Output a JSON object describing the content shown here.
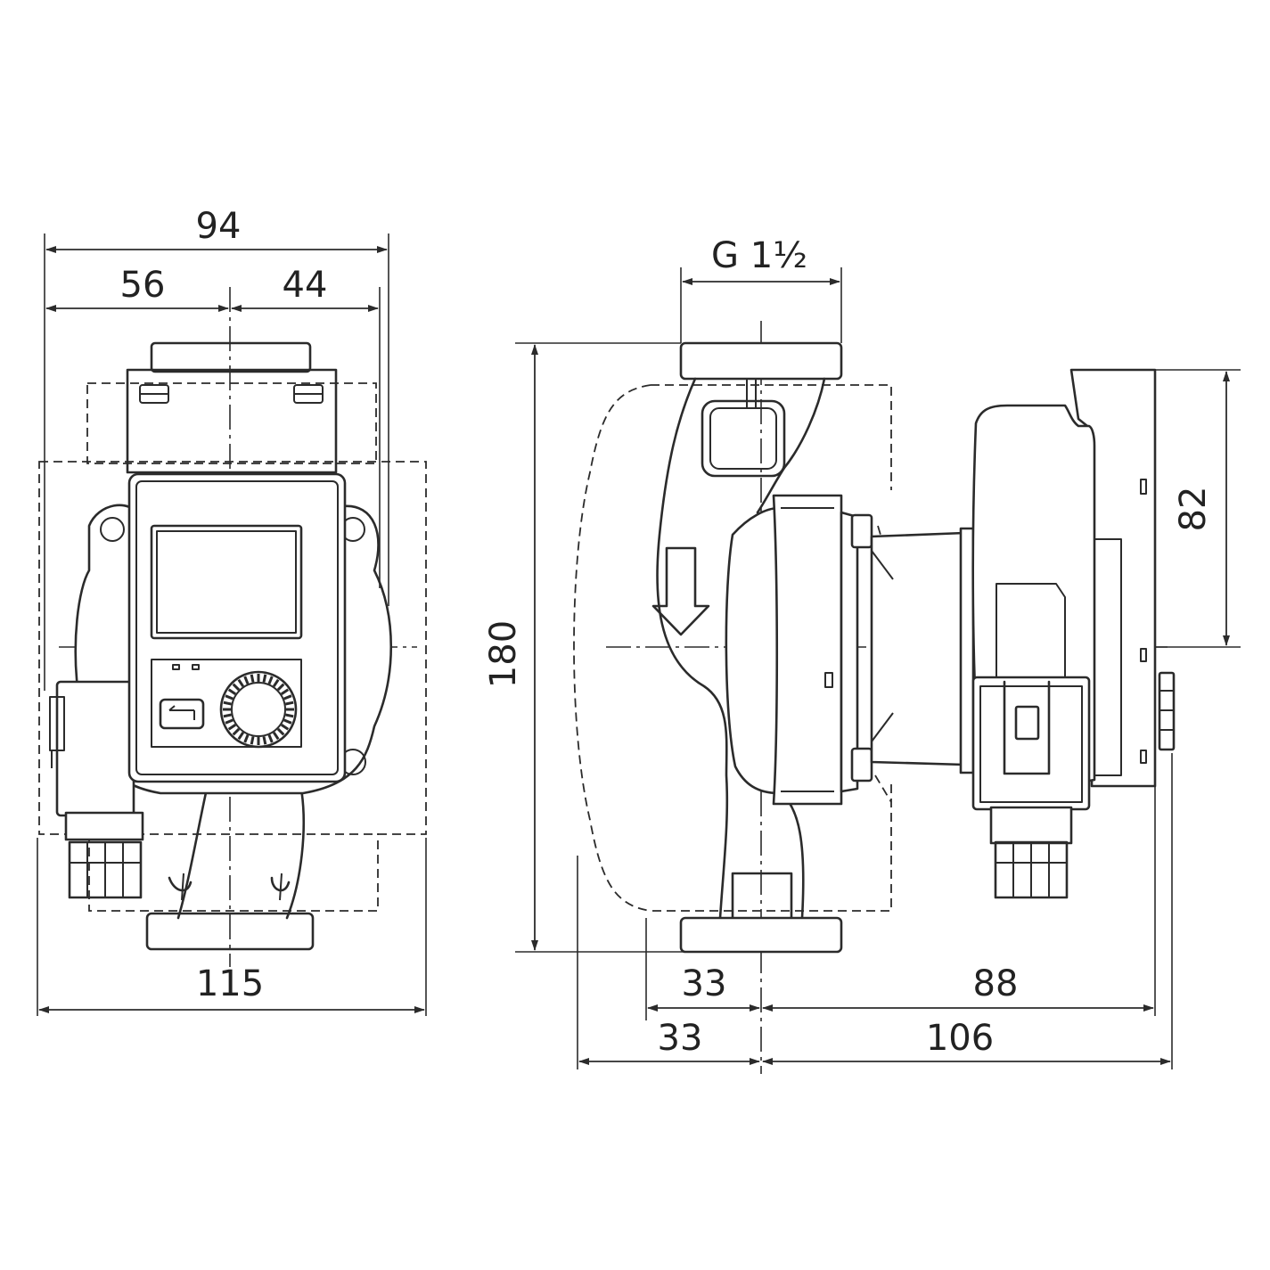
{
  "front_view": {
    "dim_total_top": "94",
    "dim_left": "56",
    "dim_right": "44",
    "dim_bottom": "115"
  },
  "side_view": {
    "dim_thread": "G 1½",
    "dim_height": "180",
    "dim_motor": "82",
    "dim_left_upper": "33",
    "dim_right_upper": "88",
    "dim_left_lower": "33",
    "dim_right_lower": "106"
  }
}
